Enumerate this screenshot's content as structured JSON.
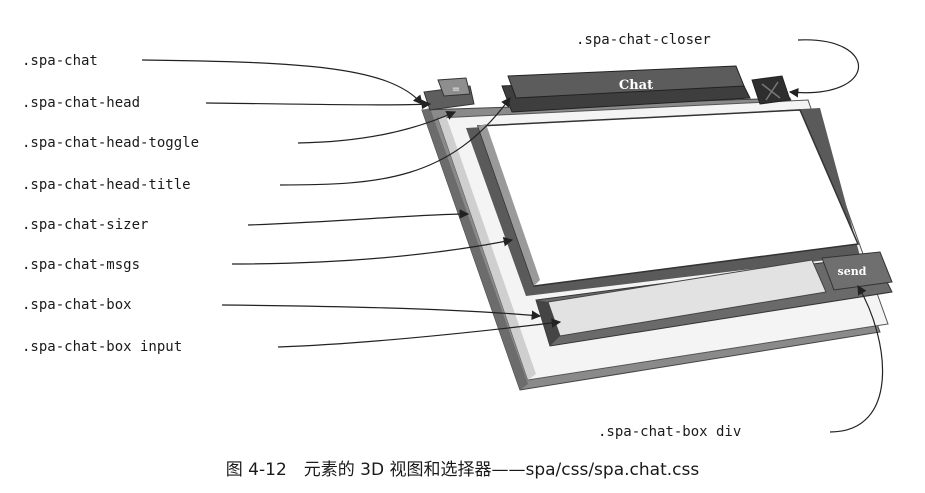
{
  "labels": {
    "spa_chat": ".spa-chat",
    "spa_chat_head": ".spa-chat-head",
    "spa_chat_head_toggle": ".spa-chat-head-toggle",
    "spa_chat_head_title": ".spa-chat-head-title",
    "spa_chat_sizer": ".spa-chat-sizer",
    "spa_chat_msgs": ".spa-chat-msgs",
    "spa_chat_box": ".spa-chat-box",
    "spa_chat_box_input": ".spa-chat-box input",
    "spa_chat_closer": ".spa-chat-closer",
    "spa_chat_box_div": ".spa-chat-box div"
  },
  "widget": {
    "toggle_text": "=",
    "title_text": "Chat",
    "send_text": "send"
  },
  "caption": "图 4-12　元素的 3D 视图和选择器——spa/css/spa.chat.css"
}
